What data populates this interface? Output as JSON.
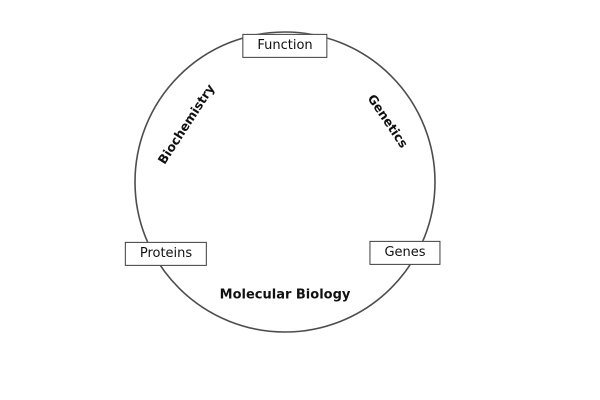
{
  "diagram": {
    "type": "cycle",
    "nodes": [
      {
        "id": "function",
        "label": "Function"
      },
      {
        "id": "proteins",
        "label": "Proteins"
      },
      {
        "id": "genes",
        "label": "Genes"
      }
    ],
    "edges": [
      {
        "id": "biochemistry",
        "label": "Biochemistry",
        "between": [
          "Proteins",
          "Function"
        ]
      },
      {
        "id": "genetics",
        "label": "Genetics",
        "between": [
          "Function",
          "Genes"
        ]
      },
      {
        "id": "molecular-biology",
        "label": "Molecular Biology",
        "between": [
          "Genes",
          "Proteins"
        ]
      }
    ],
    "colors": {
      "circle_stroke": "#4d4d4d",
      "box_border": "#3d3d3d",
      "text": "#111111",
      "background": "#ffffff"
    }
  }
}
